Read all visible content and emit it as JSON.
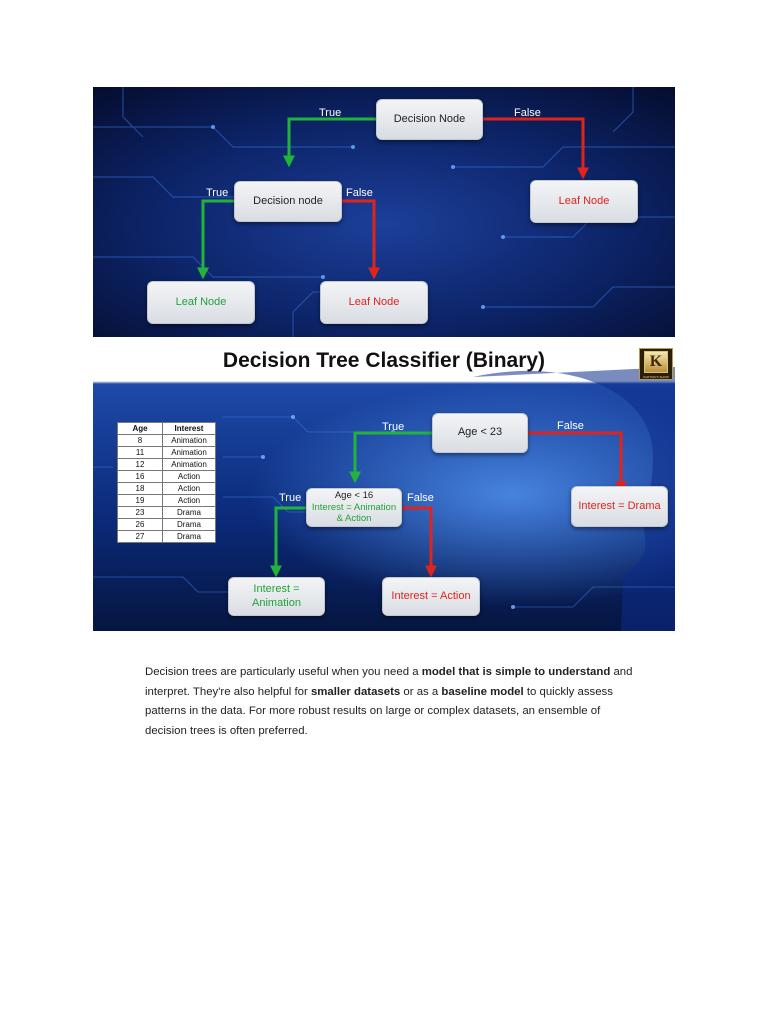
{
  "panel_1": {
    "nodes": {
      "root": "Decision Node",
      "decision": "Decision node",
      "leaf_right": "Leaf Node",
      "leaf_left": "Leaf Node",
      "leaf_middle": "Leaf Node"
    },
    "edges": {
      "root_true": "True",
      "root_false": "False",
      "decision_true": "True",
      "decision_false": "False"
    }
  },
  "panel_2": {
    "title": "Decision Tree Classifier (Binary)",
    "logo_letter": "K",
    "logo_caption": "KARTHIK'S SHOW",
    "table": {
      "headers": [
        "Age",
        "Interest"
      ],
      "rows": [
        [
          "8",
          "Animation"
        ],
        [
          "11",
          "Animation"
        ],
        [
          "12",
          "Animation"
        ],
        [
          "16",
          "Action"
        ],
        [
          "18",
          "Action"
        ],
        [
          "19",
          "Action"
        ],
        [
          "23",
          "Drama"
        ],
        [
          "26",
          "Drama"
        ],
        [
          "27",
          "Drama"
        ]
      ]
    },
    "nodes": {
      "root": "Age < 23",
      "drama": "Interest = Drama",
      "age16_line1": "Age < 16",
      "age16_line2": "Interest = Animation",
      "age16_line3": "& Action",
      "animation_line1": "Interest =",
      "animation_line2": "Animation",
      "action": "Interest = Action"
    },
    "edges": {
      "root_true": "True",
      "root_false": "False",
      "age16_true": "True",
      "age16_false": "False"
    }
  },
  "paragraph": {
    "t1": "Decision trees are particularly useful when you need a ",
    "b1": "model that is simple to understand",
    "t2": " and interpret. They're also helpful for ",
    "b2": "smaller datasets",
    "t3": " or as a ",
    "b3": "baseline model",
    "t4": " to quickly assess patterns in the data. For more robust results on large or complex datasets, an ensemble of decision trees is often preferred."
  },
  "colors": {
    "true_branch": "#22b33a",
    "false_branch": "#e0241c",
    "background": "#0a1a4a"
  }
}
